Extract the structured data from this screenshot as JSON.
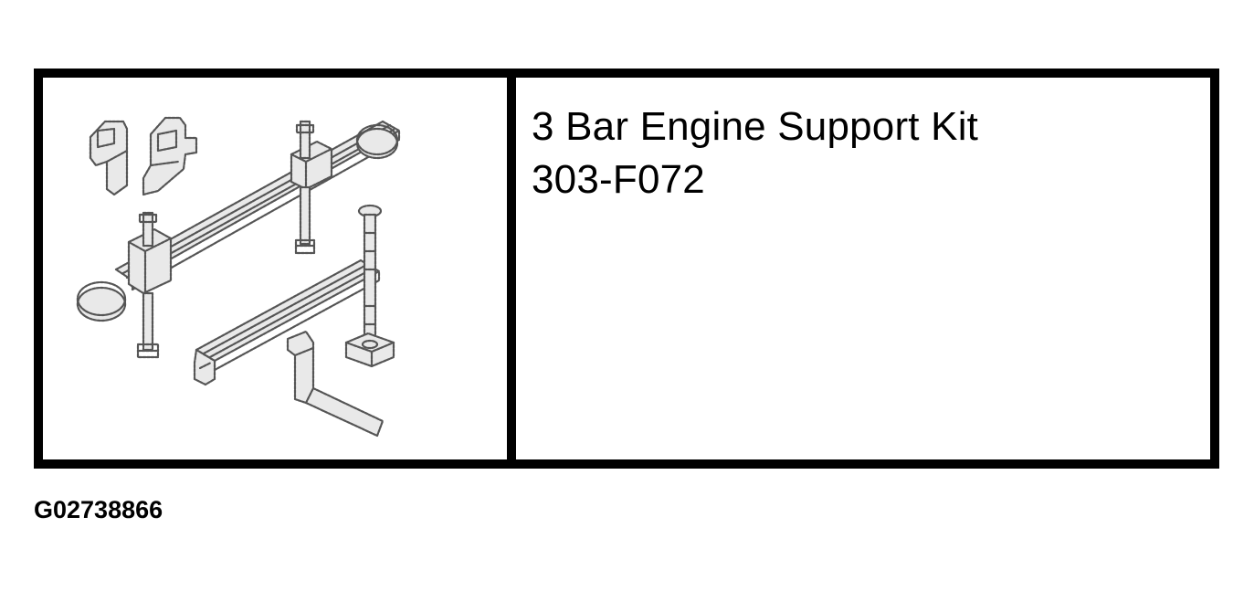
{
  "table": {
    "tool_name": "3 Bar Engine Support Kit",
    "tool_number": "303-F072"
  },
  "illustration": {
    "subject": "engine-support-kit-drawing"
  },
  "figure_id": "G02738866"
}
